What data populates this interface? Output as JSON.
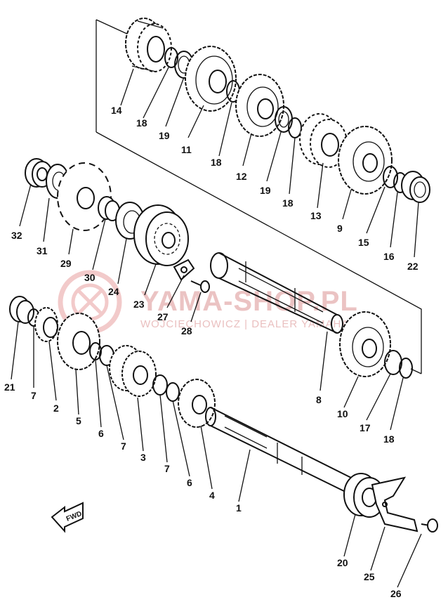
{
  "colors": {
    "ink": "#111111",
    "paper": "#ffffff",
    "watermark": "#e8b9b9"
  },
  "watermark": {
    "title": "YAMA-SHOP.PL",
    "subtitle": "WOJCIECHOWICZ | DEALER YAMAHA"
  },
  "fwd_badge": "FWD",
  "callouts": {
    "c1": "1",
    "c2": "2",
    "c3": "3",
    "c4": "4",
    "c5": "5",
    "c6a": "6",
    "c6b": "6",
    "c7a": "7",
    "c7b": "7",
    "c7c": "7",
    "c8": "8",
    "c9": "9",
    "c10": "10",
    "c11": "11",
    "c12": "12",
    "c13": "13",
    "c14": "14",
    "c15": "15",
    "c16": "16",
    "c17": "17",
    "c18a": "18",
    "c18b": "18",
    "c18c": "18",
    "c18d": "18",
    "c19a": "19",
    "c19b": "19",
    "c20": "20",
    "c21": "21",
    "c22": "22",
    "c23": "23",
    "c24": "24",
    "c25": "25",
    "c26": "26",
    "c27": "27",
    "c28": "28",
    "c29": "29",
    "c30": "30",
    "c31": "31",
    "c32": "32"
  }
}
